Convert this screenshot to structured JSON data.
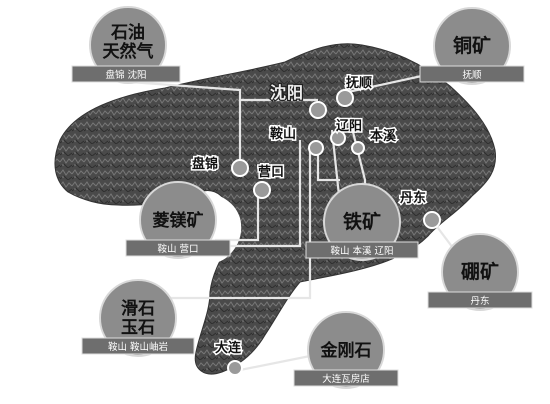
{
  "cities": {
    "shenyang": "沈阳",
    "fushun": "抚顺",
    "liaoyang": "辽阳",
    "anshan": "鞍山",
    "benxi": "本溪",
    "panjin": "盘锦",
    "yingkou": "营口",
    "dandong": "丹东",
    "dalian": "大连"
  },
  "minerals": [
    {
      "id": "oil-gas",
      "line1": "石油",
      "line2": "天然气",
      "locations": "盘锦 沈阳"
    },
    {
      "id": "copper",
      "line1": "铜矿",
      "line2": "",
      "locations": "抚顺"
    },
    {
      "id": "magnesite",
      "line1": "菱镁矿",
      "line2": "",
      "locations": "鞍山 营口"
    },
    {
      "id": "iron",
      "line1": "铁矿",
      "line2": "",
      "locations": "鞍山 本溪 辽阳"
    },
    {
      "id": "boron",
      "line1": "硼矿",
      "line2": "",
      "locations": "丹东"
    },
    {
      "id": "talc",
      "line1": "滑石",
      "line2": "玉石",
      "locations": "鞍山 鞍山岫岩"
    },
    {
      "id": "diamond",
      "line1": "金刚石",
      "line2": "",
      "locations": "大连瓦房店"
    }
  ],
  "colors": {
    "land": "#4a4a4a",
    "badge": "#8c8c8c",
    "connector": "#e6e6e6",
    "sea": "#ffffff"
  }
}
